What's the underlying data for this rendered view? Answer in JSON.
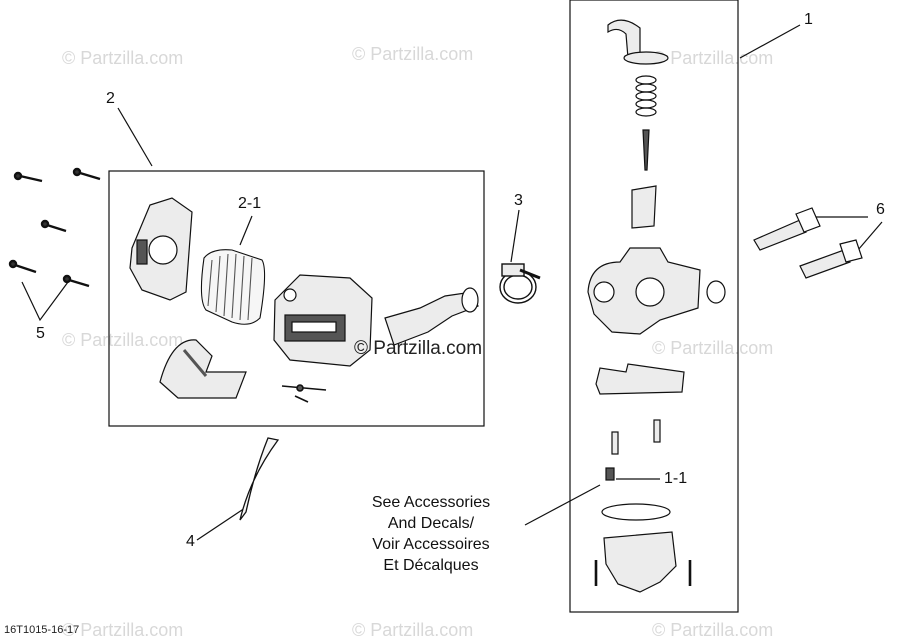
{
  "watermark": "© Partzilla.com",
  "callouts": {
    "c1": "1",
    "c2": "2",
    "c2_1": "2-1",
    "c3": "3",
    "c4": "4",
    "c5": "5",
    "c6": "6",
    "c1_1": "1-1"
  },
  "note": {
    "line1": "See Accessories",
    "line2": "And Decals/",
    "line3": "Voir Accessoires",
    "line4": "Et Décalques"
  },
  "diagram_id": "16T1015-16-17",
  "colors": {
    "line": "#111111",
    "watermark": "#d8d8d8",
    "part_fill": "#ececec",
    "part_dark": "#555555"
  }
}
